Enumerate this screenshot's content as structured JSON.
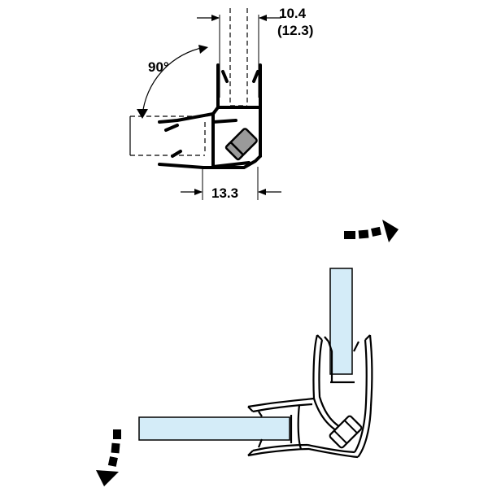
{
  "top_view": {
    "dim_top_primary": "10.4",
    "dim_top_secondary": "(12.3)",
    "angle_label": "90°",
    "dim_bottom": "13.3"
  },
  "colors": {
    "line": "#000000",
    "glass_fill": "#d4ecf8",
    "magnet_fill": "#9a9a9a",
    "background": "#ffffff"
  },
  "icons": [
    "dashed-rotation-arrow-icon",
    "dashed-rotation-arrow-icon"
  ]
}
